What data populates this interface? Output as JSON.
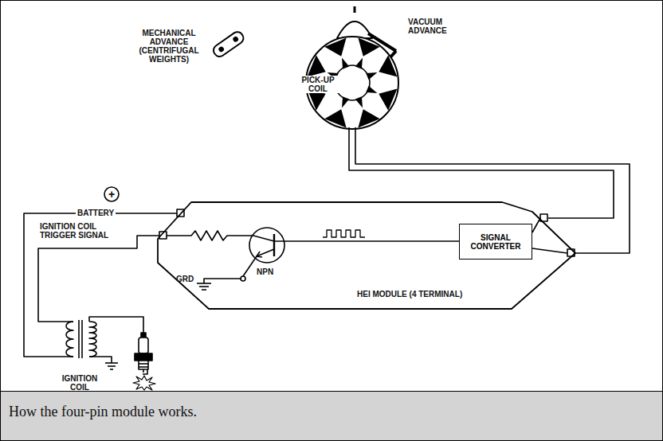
{
  "diagram": {
    "caption": "How the four-pin module works.",
    "nodes": [
      {
        "text": [
          "HEI MODULE (4 TERMINAL)"
        ]
      },
      {
        "text": [
          "SIGNAL CONVERTER"
        ],
        "in": 0
      }
    ],
    "labels": [
      "+",
      "MECHANICAL ADVANCE (CENTRIFUGAL WEIGHTS)",
      "VACUUM ADVANCE",
      "PICK-UP COIL",
      "BATTERY",
      "IGNITION COIL TRIGGER SIGNAL",
      "NPN",
      "GRD",
      "IGNITION COIL"
    ]
  }
}
